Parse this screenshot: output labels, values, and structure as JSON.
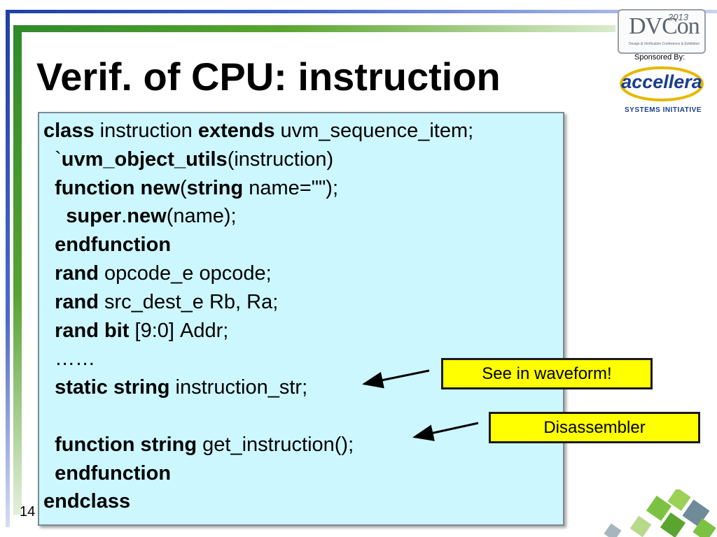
{
  "slide": {
    "title": "Verif. of CPU: instruction",
    "page_number": "14"
  },
  "code": [
    [
      {
        "t": "class",
        "b": true
      },
      {
        "t": " instruction ",
        "b": false
      },
      {
        "t": "extends",
        "b": true
      },
      {
        "t": " uvm_sequence_item;",
        "b": false
      }
    ],
    [
      {
        "t": "  `",
        "b": false
      },
      {
        "t": "uvm_object_utils",
        "b": true
      },
      {
        "t": "(instruction)",
        "b": false
      }
    ],
    [
      {
        "t": "  ",
        "b": false
      },
      {
        "t": "function new",
        "b": true
      },
      {
        "t": "(",
        "b": false
      },
      {
        "t": "string",
        "b": true
      },
      {
        "t": " name=\"\");",
        "b": false
      }
    ],
    [
      {
        "t": "    ",
        "b": false
      },
      {
        "t": "super",
        "b": true
      },
      {
        "t": ".",
        "b": false
      },
      {
        "t": "new",
        "b": true
      },
      {
        "t": "(name);",
        "b": false
      }
    ],
    [
      {
        "t": "  ",
        "b": false
      },
      {
        "t": "endfunction",
        "b": true
      }
    ],
    [
      {
        "t": "  ",
        "b": false
      },
      {
        "t": "rand",
        "b": true
      },
      {
        "t": " opcode_e opcode;",
        "b": false
      }
    ],
    [
      {
        "t": "  ",
        "b": false
      },
      {
        "t": "rand",
        "b": true
      },
      {
        "t": " src_dest_e Rb, Ra;",
        "b": false
      }
    ],
    [
      {
        "t": "  ",
        "b": false
      },
      {
        "t": "rand bit",
        "b": true
      },
      {
        "t": " [9:0] Addr;",
        "b": false
      }
    ],
    [
      {
        "t": "  ……",
        "b": false
      }
    ],
    [
      {
        "t": "  ",
        "b": false
      },
      {
        "t": "static string",
        "b": true
      },
      {
        "t": " instruction_str;",
        "b": false
      }
    ],
    [],
    [
      {
        "t": "  ",
        "b": false
      },
      {
        "t": "function string",
        "b": true
      },
      {
        "t": " get_instruction();",
        "b": false
      }
    ],
    [
      {
        "t": "  ",
        "b": false
      },
      {
        "t": "endfunction",
        "b": true
      }
    ],
    [
      {
        "t": "endclass",
        "b": true
      }
    ]
  ],
  "callouts": {
    "waveform": "See in waveform!",
    "disassembler": "Disassembler"
  },
  "logos": {
    "dvcon": "DVCon",
    "dvcon_year": "2013",
    "dvcon_tagline": "Design & Verification Conference & Exhibition",
    "sponsored_by": "Sponsored By:",
    "accellera": "accellera",
    "systems_initiative": "SYSTEMS INITIATIVE"
  },
  "colors": {
    "code_background": "#ccf7ff",
    "callout_background": "#ffff00",
    "frame_blue": "#1f3fa8",
    "frame_green": "#2f8a2a",
    "accellera_blue": "#1a3e8f"
  }
}
